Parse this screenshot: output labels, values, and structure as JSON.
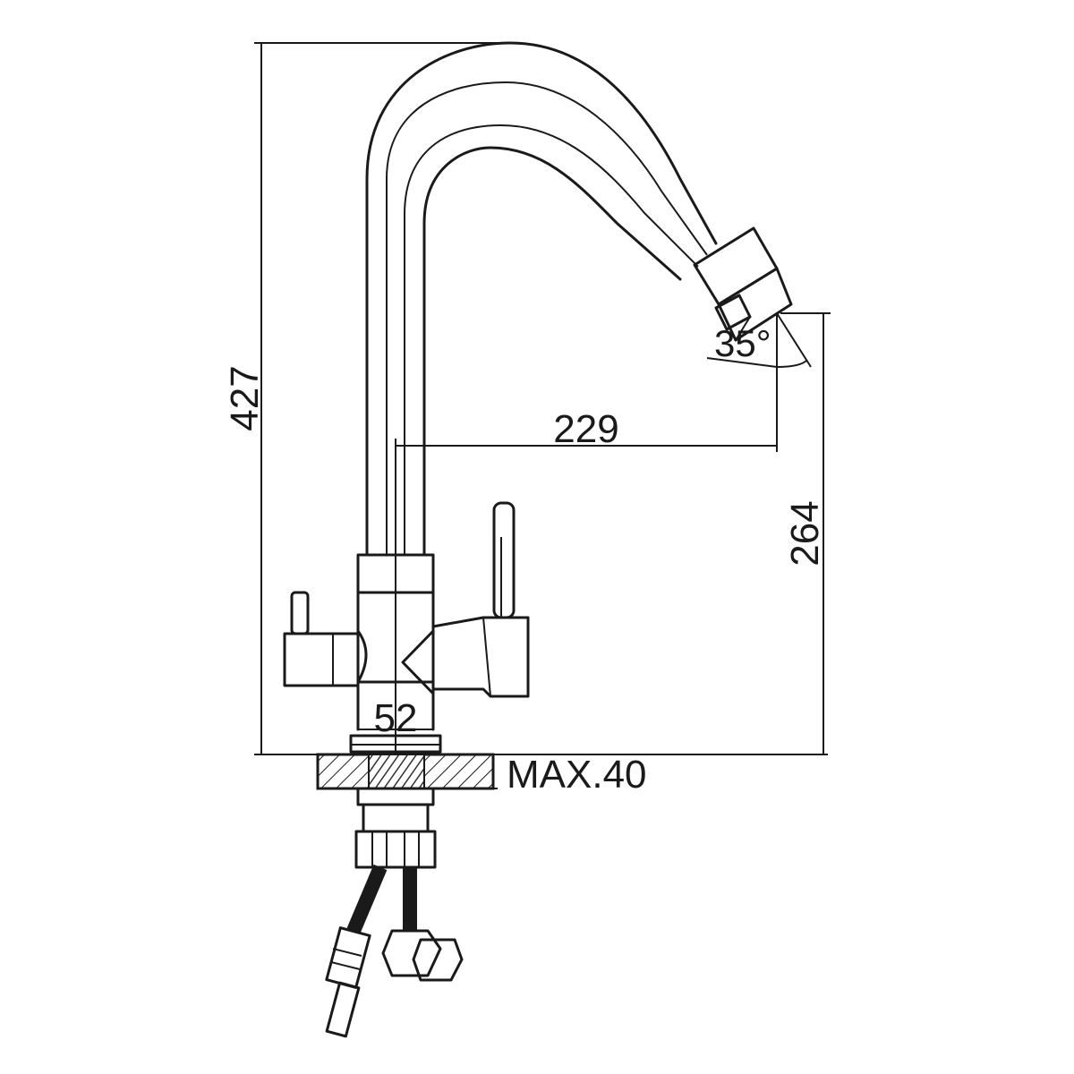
{
  "dimensions": {
    "total_height": "427",
    "spout_reach": "229",
    "spout_height": "264",
    "body_width": "52",
    "spout_angle": "35°",
    "max_countertop": "MAX.40"
  },
  "colors": {
    "line": "#1a1a1a",
    "background": "#ffffff"
  }
}
